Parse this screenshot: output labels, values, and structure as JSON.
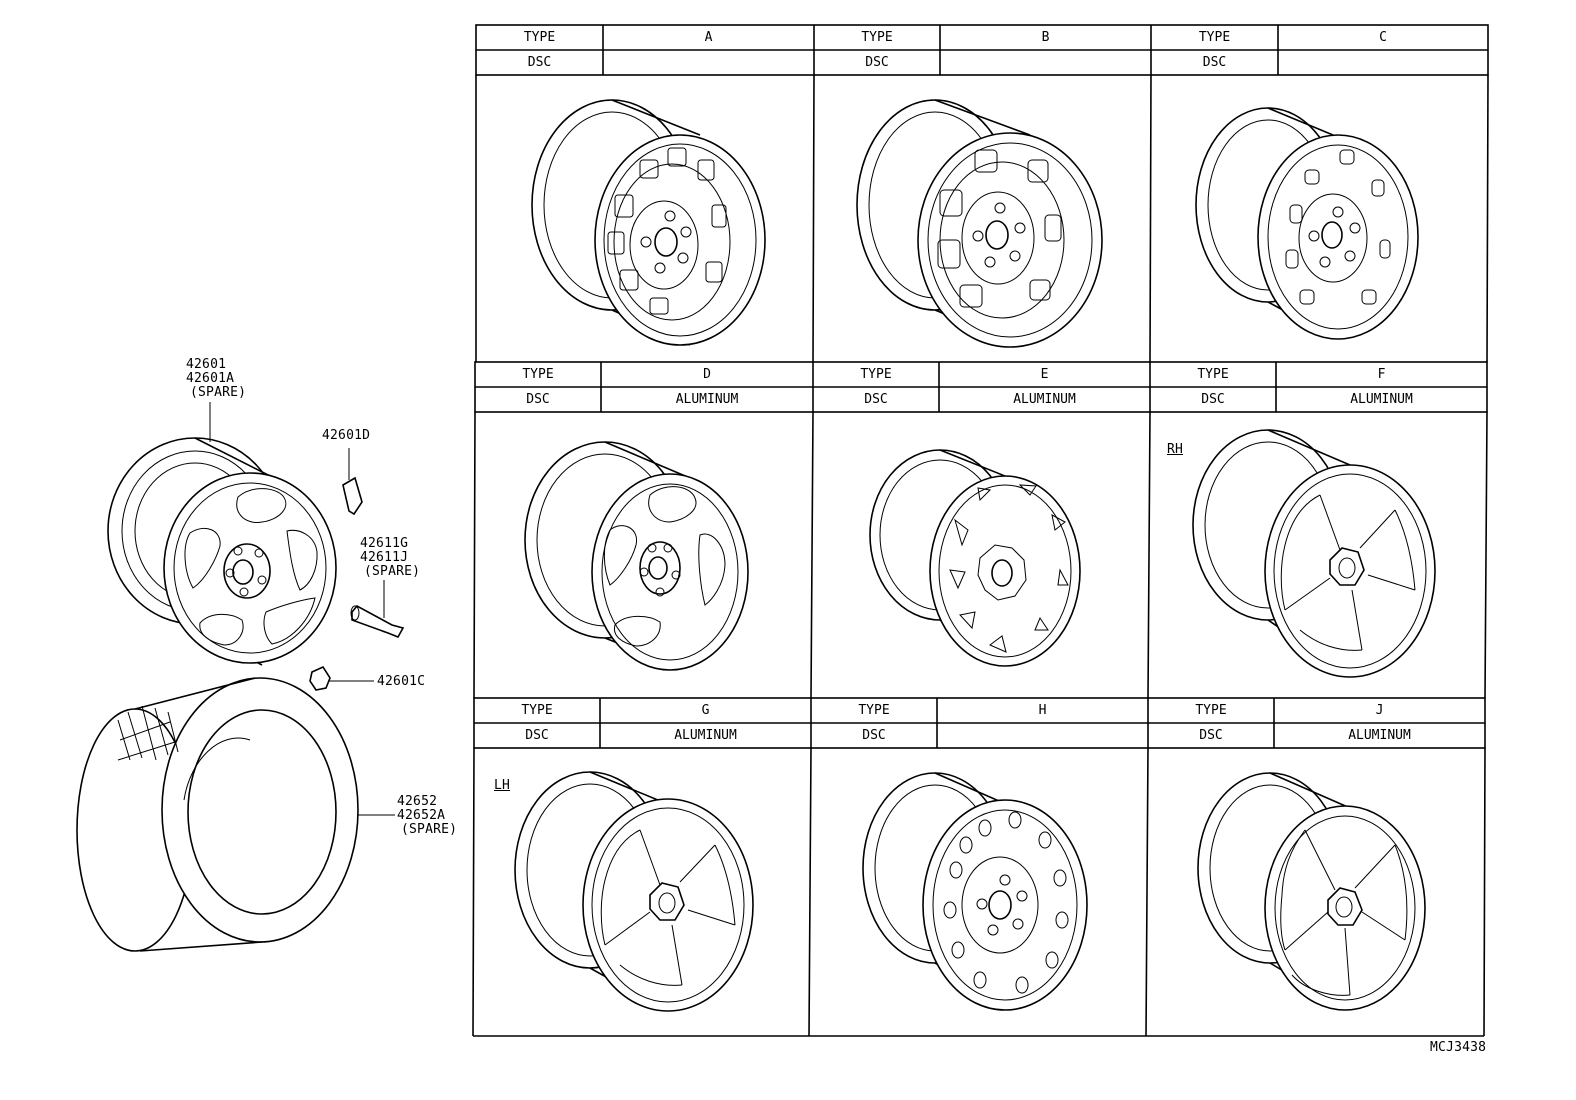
{
  "parts": {
    "wheel": [
      "42601",
      "42601A",
      "(SPARE)"
    ],
    "valve_cap": "42601D",
    "valve": [
      "42611G",
      "42611J",
      "(SPARE)"
    ],
    "nut": "42601C",
    "tire": [
      "42652",
      "42652A",
      "(SPARE)"
    ]
  },
  "table": {
    "type_label": "TYPE",
    "dsc_label": "DSC",
    "cells": [
      {
        "type": "A",
        "dsc": ""
      },
      {
        "type": "B",
        "dsc": ""
      },
      {
        "type": "C",
        "dsc": ""
      },
      {
        "type": "D",
        "dsc": "ALUMINUM"
      },
      {
        "type": "E",
        "dsc": "ALUMINUM"
      },
      {
        "type": "F",
        "dsc": "ALUMINUM",
        "side": "RH"
      },
      {
        "type": "G",
        "dsc": "ALUMINUM",
        "side": "LH"
      },
      {
        "type": "H",
        "dsc": ""
      },
      {
        "type": "J",
        "dsc": "ALUMINUM"
      }
    ]
  },
  "figure_code": "MCJ3438"
}
